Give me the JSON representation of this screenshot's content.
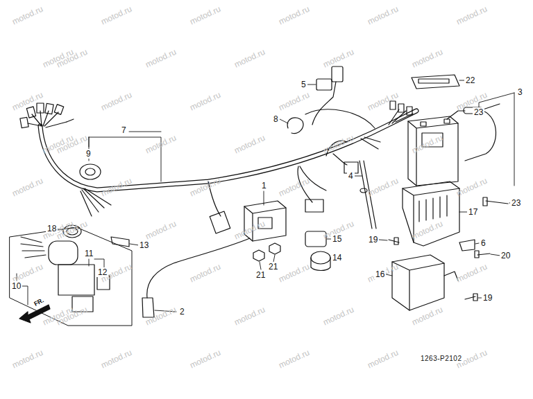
{
  "diagram": {
    "labels": [
      "7",
      "9",
      "5",
      "22",
      "3",
      "8",
      "23",
      "1",
      "4",
      "17",
      "23",
      "18",
      "13",
      "15",
      "19",
      "6",
      "20",
      "11",
      "12",
      "14",
      "21",
      "21",
      "10",
      "16",
      "19",
      "2",
      "1263-P2102",
      "FR.",
      "motod.ru",
      "motod.ru",
      "motod.ru",
      "motod.ru",
      "motod.ru",
      "motod.ru",
      "motod.ru",
      "motod.ru",
      "motod.ru",
      "motod.ru",
      "motod.ru",
      "motod.ru",
      "motod.ru",
      "motod.ru",
      "motod.ru",
      "motod.ru",
      "motod.ru",
      "motod.ru",
      "motod.ru",
      "motod.ru",
      "motod.ru",
      "motod.ru",
      "motod.ru",
      "motod.ru",
      "motod.ru",
      "motod.ru",
      "motod.ru",
      "motod.ru",
      "motod.ru",
      "motod.ru",
      "motod.ru",
      "motod.ru",
      "motod.ru",
      "motod.ru",
      "motod.ru",
      "motod.ru",
      "motod.ru",
      "motod.ru",
      "motod.ru",
      "motod.ru",
      "motod.ru",
      "motod.ru",
      "motod.ru",
      "motod.ru",
      "motod.ru",
      "motod.ru",
      "motod.ru",
      "motod.ru",
      "motod.ru",
      "motod.ru",
      "motod.ru",
      "motod.ru",
      "motod.ru",
      "motod.ru"
    ]
  }
}
